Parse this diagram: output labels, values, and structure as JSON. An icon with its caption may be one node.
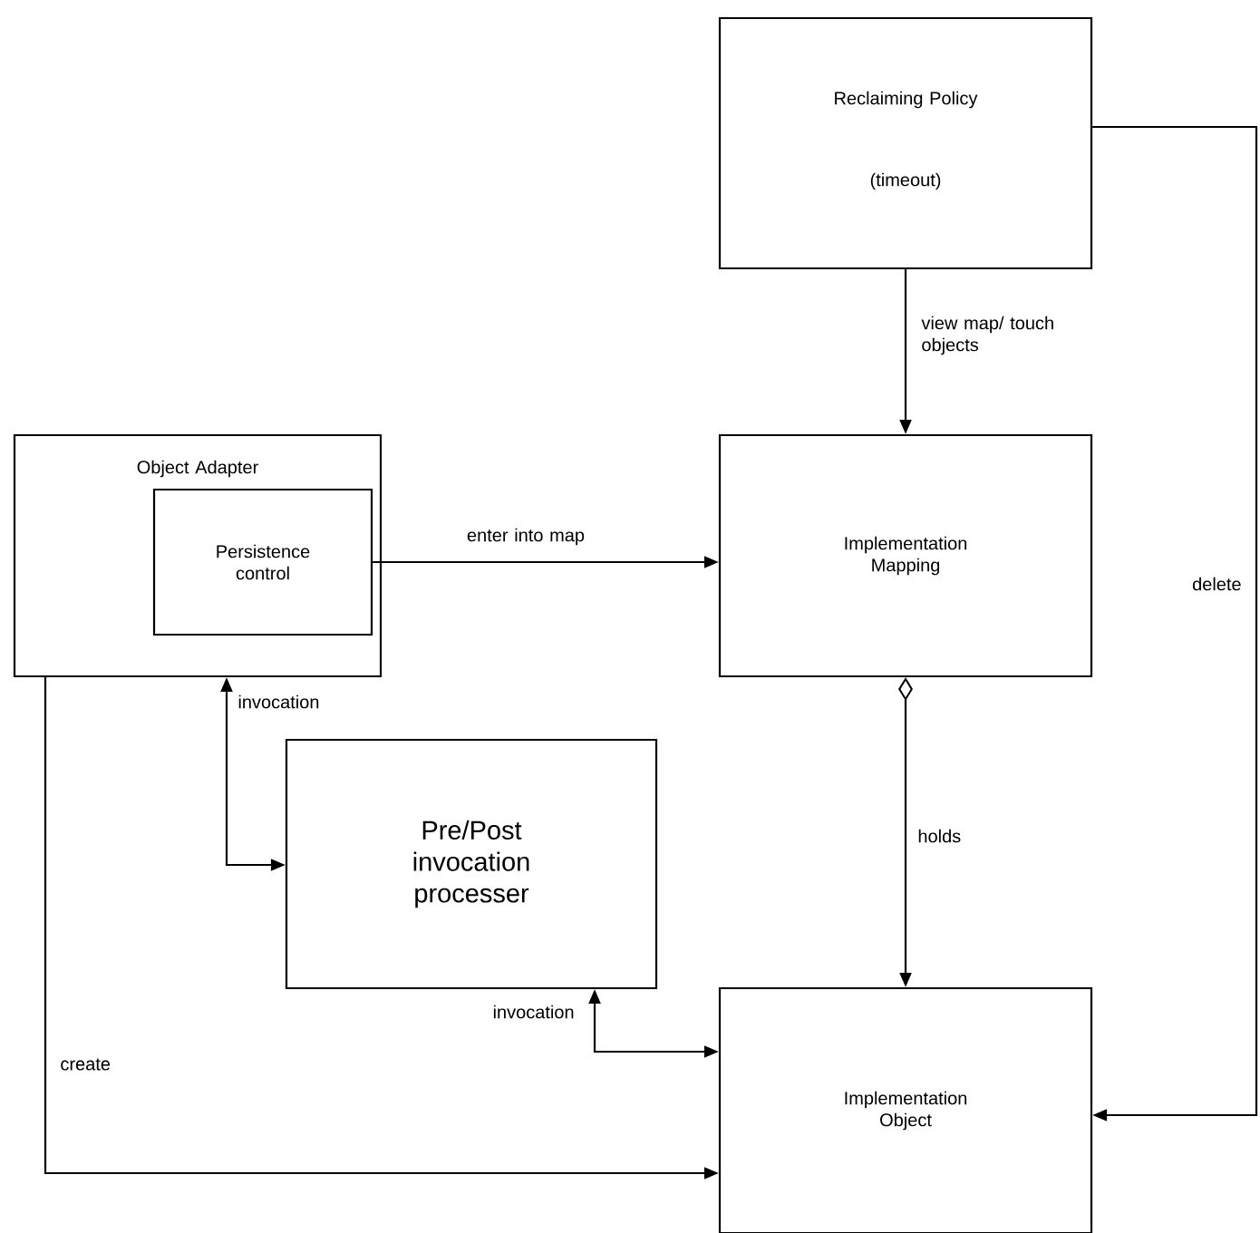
{
  "diagram": {
    "nodes": [
      {
        "text": [
          "Reclaiming Policy",
          "(timeout)"
        ]
      },
      {
        "text": [
          "Object Adapter"
        ]
      },
      {
        "text": [
          "Persistence control"
        ],
        "in": 1
      },
      {
        "text": [
          "Implementation Mapping"
        ]
      },
      {
        "text": [
          "Pre/Post invocation processer"
        ]
      },
      {
        "text": [
          "Implementation Object"
        ]
      }
    ],
    "edges": [
      {
        "from": 0,
        "to": 3,
        "arrow": "to",
        "label": "view map/ touch objects"
      },
      {
        "from": 2,
        "to": 3,
        "arrow": "to",
        "label": "enter into map"
      },
      {
        "from": 1,
        "to": 4,
        "arrow": "both",
        "label": "invocation"
      },
      {
        "from": 4,
        "to": 5,
        "arrow": "both",
        "label": "invocation"
      },
      {
        "from": 3,
        "to": 5,
        "arrow": "to",
        "label": "holds"
      },
      {
        "from": 1,
        "to": 5,
        "arrow": "to",
        "label": "create"
      },
      {
        "from": 0,
        "to": 5,
        "arrow": "to",
        "label": "delete"
      }
    ]
  }
}
